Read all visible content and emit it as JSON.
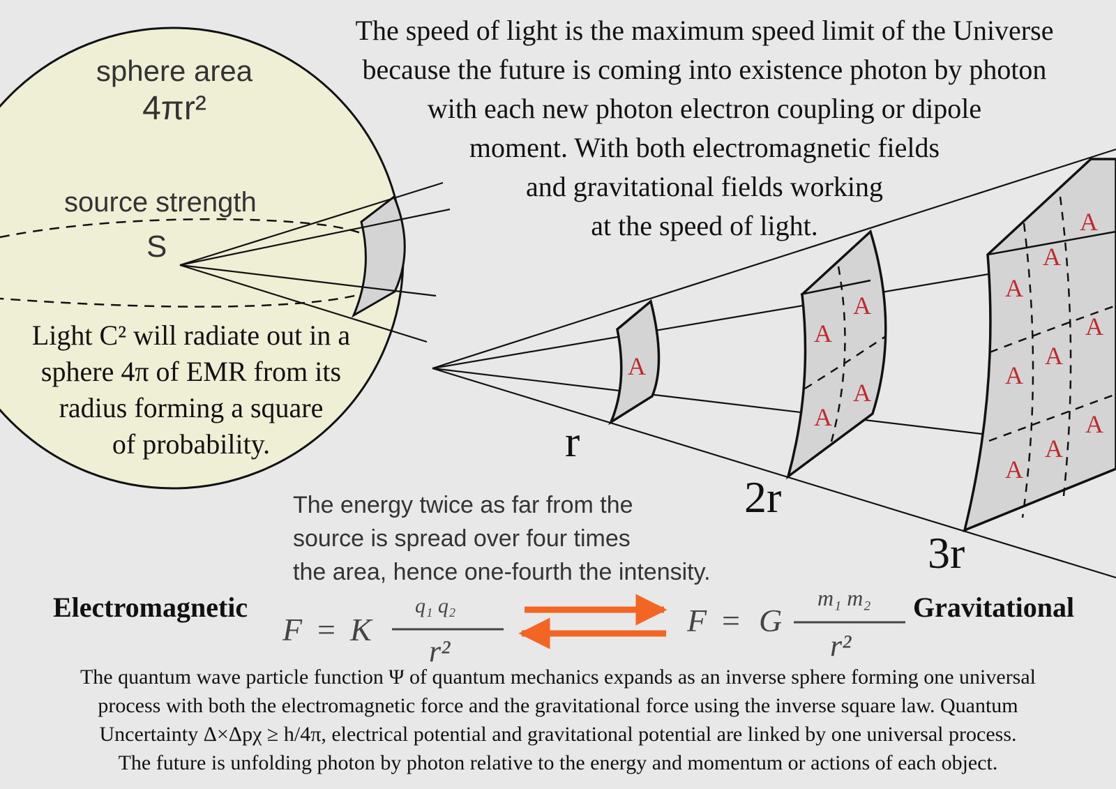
{
  "headline": [
    "The speed of light is the maximum speed limit of the Universe",
    "because the future is coming into existence photon by photon",
    "with each new photon electron coupling or dipole",
    "moment. With both electromagnetic fields",
    "and gravitational fields working",
    "at the speed of light."
  ],
  "sphere": {
    "area_label": "sphere area",
    "area_formula": "4πr²",
    "source_label": "source strength",
    "source_letter": "S"
  },
  "light_text": [
    "Light C² will radiate out in a",
    "sphere 4π of EMR from its",
    "radius forming a square",
    "of probability."
  ],
  "area_patch_letter": "A",
  "distances": {
    "r": "r",
    "r2": "2r",
    "r3": "3r"
  },
  "energy_text": [
    "The energy twice as far from the",
    "source is spread over four times",
    "the area, hence one-fourth the intensity."
  ],
  "forces": {
    "em_label": "Electromagnetic",
    "grav_label": "Gravitational",
    "em_formula": {
      "lhs": "F",
      "eq": "=",
      "const": "K",
      "numerator": "q₁  q₂",
      "denominator": "r²"
    },
    "grav_formula": {
      "lhs": "F",
      "eq": "=",
      "const": "G",
      "numerator": "m₁ m₂",
      "denominator": "r²"
    }
  },
  "bottom_text": [
    "The quantum wave particle function Ψ of quantum mechanics expands as an inverse sphere forming one universal",
    "process with both the electromagnetic force and the gravitational force using the inverse square law. Quantum",
    "Uncertainty Δ×Δpχ ≥ h/4π, electrical potential and gravitational potential are linked by one universal process.",
    "The future is unfolding photon by photon relative to the energy and momentum or actions of each object."
  ],
  "colors": {
    "background": "#e8e8e8",
    "sphere_fill": "#efefd6",
    "patch_fill": "#d4d4d4",
    "patch_letter": "#c0292b",
    "arrow": "#f26522",
    "formula": "#444444"
  }
}
